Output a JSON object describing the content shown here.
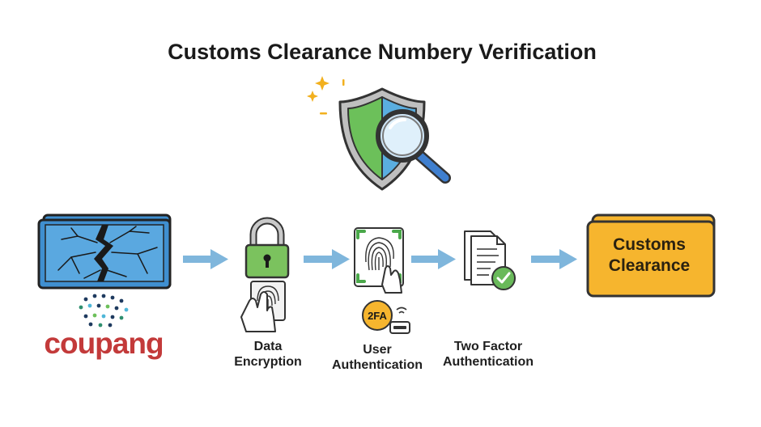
{
  "title": "Customs Clearance Numbery Verification",
  "source": {
    "brand": "coupang"
  },
  "steps": [
    {
      "id": "data-encryption",
      "label_lines": [
        "Data",
        "Encryption"
      ]
    },
    {
      "id": "user-authentication",
      "label_lines": [
        "User",
        "Authentication"
      ],
      "badge": "2FA"
    },
    {
      "id": "two-factor-authentication",
      "label_lines": [
        "Two Factor",
        "Authentication"
      ]
    }
  ],
  "destination": {
    "label_lines": [
      "Customs",
      "Clearance"
    ]
  },
  "colors": {
    "shield_green": "#6cc05a",
    "shield_blue": "#5aaee0",
    "screen_blue": "#5aa8e0",
    "arrow_blue": "#7fb6dc",
    "clearance_orange": "#f6b52e",
    "lock_green": "#7bc25e",
    "check_green": "#69b95a",
    "badge_orange": "#f6b52e",
    "coupang_red": "#c33a3a",
    "sparkle_gold": "#f2b01e"
  },
  "icons": {
    "top": "shield-magnifier-icon",
    "source": "cracked-screen-icon",
    "step1": [
      "padlock-icon",
      "fingerprint-hand-icon"
    ],
    "step2": [
      "fingerprint-scan-icon",
      "2fa-badge-icon"
    ],
    "step3": "document-check-icon"
  }
}
